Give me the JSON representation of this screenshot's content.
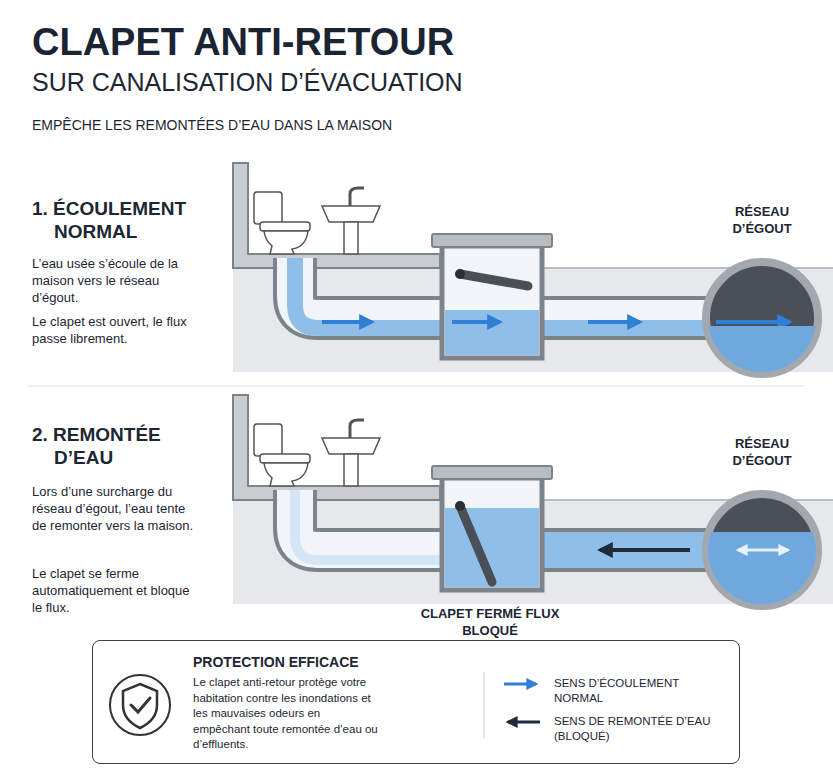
{
  "diagram": {
    "title": "CLAPET ANTI-RETOUR",
    "nodes": [
      {
        "text": [
          "PROTECTION EFFICACE",
          "Le clapet anti-retour protège votre habitation contre les inondations et les mauvaises odeurs en empêchant toute remontée d’eau ou d’effluents."
        ]
      }
    ],
    "labels": [
      "SUR CANALISATION D’ÉVACUATION",
      "EMPÊCHE LES REMONTÉES D’EAU DANS LA MAISON",
      "1. ÉCOULEMENT NORMAL",
      "L’eau usée s’écoule de la maison vers le réseau d’égout.",
      "Le clapet est ouvert, le flux passe librement.",
      "RÉSEAU D’ÉGOUT",
      "2. REMONTÉE D’EAU",
      "Lors d’une surcharge du réseau d’égout, l’eau tente de remonter vers la maison.",
      "Le clapet se ferme automatiquement et bloque le flux.",
      "RÉSEAU D’ÉGOUT",
      "CLAPET FERMÉ FLUX BLOQUÉ"
    ],
    "legend": [
      {
        "text": "SENS D’ÉCOULEMENT NORMAL"
      },
      {
        "text": "SENS DE REMONTÉE D’EAU (BLOQUÉ)"
      }
    ]
  }
}
